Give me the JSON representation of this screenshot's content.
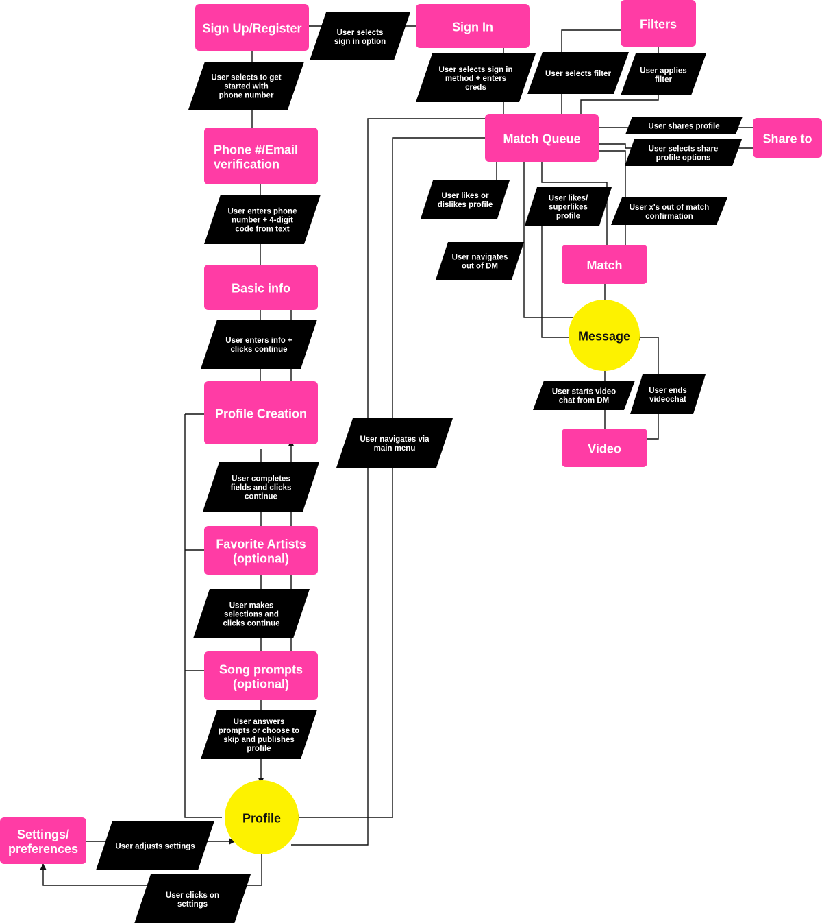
{
  "colors": {
    "process": "#ff3ca5",
    "terminal": "#fdf200",
    "label_bg": "#000000",
    "line": "#111111",
    "process_text": "#ffffff",
    "terminal_text": "#111111",
    "label_text": "#ffffff"
  },
  "nodes": {
    "signup": [
      "Sign Up/Register"
    ],
    "signin": [
      "Sign In"
    ],
    "filters": [
      "Filters"
    ],
    "phone": [
      "Phone #/Email",
      "verification"
    ],
    "basic": [
      "Basic info"
    ],
    "creation": [
      "Profile Creation"
    ],
    "artists": [
      "Favorite Artists",
      "(optional)"
    ],
    "songs": [
      "Song prompts",
      "(optional)"
    ],
    "profile": [
      "Profile"
    ],
    "settings": [
      "Settings/",
      "preferences"
    ],
    "queue": [
      "Match Queue"
    ],
    "share": [
      "Share to"
    ],
    "match": [
      "Match"
    ],
    "message": [
      "Message"
    ],
    "video": [
      "Video"
    ]
  },
  "edge_labels": {
    "select_signin": [
      "User selects",
      "sign in option"
    ],
    "get_started": [
      "User selects to get",
      "started with",
      "phone number"
    ],
    "signin_method": [
      "User selects sign in",
      "method + enters",
      "creds"
    ],
    "select_filter": [
      "User selects filter"
    ],
    "apply_filter": [
      "User applies",
      "filter"
    ],
    "share_profile": [
      "User shares profile"
    ],
    "share_options": [
      "User selects share",
      "profile options"
    ],
    "enter_phone": [
      "User enters phone",
      "number + 4-digit",
      "code from text"
    ],
    "like_dislike": [
      "User likes or",
      "dislikes profile"
    ],
    "superlike": [
      "User likes/",
      "superlikes",
      "profile"
    ],
    "x_out": [
      "User x's out of match",
      "confirmation"
    ],
    "out_of_dm": [
      "User navigates",
      "out of DM"
    ],
    "enter_info": [
      "User enters info +",
      "clicks continue"
    ],
    "video_chat": [
      "User starts video",
      "chat from DM"
    ],
    "end_video": [
      "User ends",
      "videochat"
    ],
    "main_menu": [
      "User navigates via",
      "main menu"
    ],
    "complete_fields": [
      "User completes",
      "fields and clicks",
      "continue"
    ],
    "make_selections": [
      "User makes",
      "selections and",
      "clicks continue"
    ],
    "answer_prompts": [
      "User answers",
      "prompts or choose to",
      "skip and publishes",
      "profile"
    ],
    "adjust_settings": [
      "User adjusts settings"
    ],
    "click_settings": [
      "User clicks on",
      "settings"
    ]
  }
}
